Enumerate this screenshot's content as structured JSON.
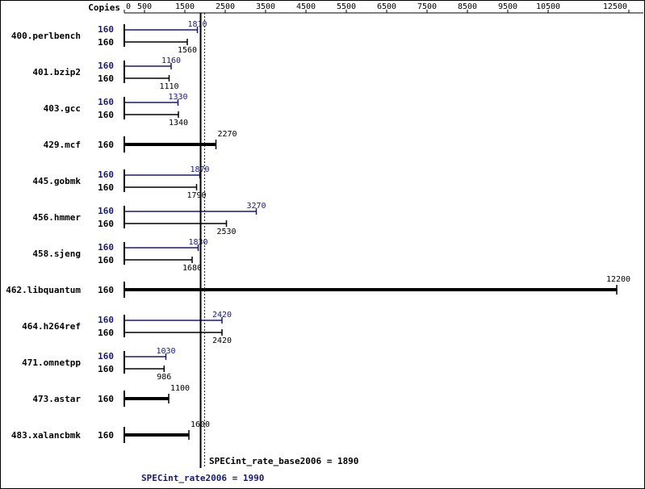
{
  "chart_data": {
    "type": "bar",
    "orientation": "horizontal",
    "copies_header": "Copies",
    "x_ticks": [
      0,
      500,
      1500,
      2500,
      3500,
      4500,
      5500,
      6500,
      7500,
      8500,
      9500,
      10500,
      12500
    ],
    "xlim": [
      0,
      12600
    ],
    "series": [
      {
        "name": "SPECint_rate2006",
        "color": "#191970"
      },
      {
        "name": "SPECint_rate_base2006",
        "color": "#000000"
      }
    ],
    "benchmarks": [
      {
        "name": "400.perlbench",
        "peak": {
          "copies": "160",
          "value": 1810
        },
        "base": {
          "copies": "160",
          "value": 1560
        }
      },
      {
        "name": "401.bzip2",
        "peak": {
          "copies": "160",
          "value": 1160
        },
        "base": {
          "copies": "160",
          "value": 1110
        }
      },
      {
        "name": "403.gcc",
        "peak": {
          "copies": "160",
          "value": 1330
        },
        "base": {
          "copies": "160",
          "value": 1340
        }
      },
      {
        "name": "429.mcf",
        "single": {
          "copies": "160",
          "value": 2270
        }
      },
      {
        "name": "445.gobmk",
        "peak": {
          "copies": "160",
          "value": 1870
        },
        "base": {
          "copies": "160",
          "value": 1790
        }
      },
      {
        "name": "456.hmmer",
        "peak": {
          "copies": "160",
          "value": 3270
        },
        "base": {
          "copies": "160",
          "value": 2530
        }
      },
      {
        "name": "458.sjeng",
        "peak": {
          "copies": "160",
          "value": 1830
        },
        "base": {
          "copies": "160",
          "value": 1680
        }
      },
      {
        "name": "462.libquantum",
        "single": {
          "copies": "160",
          "value": 12200
        }
      },
      {
        "name": "464.h264ref",
        "peak": {
          "copies": "160",
          "value": 2420
        },
        "base": {
          "copies": "160",
          "value": 2420
        }
      },
      {
        "name": "471.omnetpp",
        "peak": {
          "copies": "160",
          "value": 1030
        },
        "base": {
          "copies": "160",
          "value": 986
        }
      },
      {
        "name": "473.astar",
        "single": {
          "copies": "160",
          "value": 1100
        }
      },
      {
        "name": "483.xalancbmk",
        "single": {
          "copies": "160",
          "value": 1600
        }
      }
    ],
    "base_overall": {
      "label": "SPECint_rate_base2006 = 1890",
      "value": 1890
    },
    "peak_overall": {
      "label": "SPECint_rate2006 = 1990",
      "value": 1990
    }
  }
}
